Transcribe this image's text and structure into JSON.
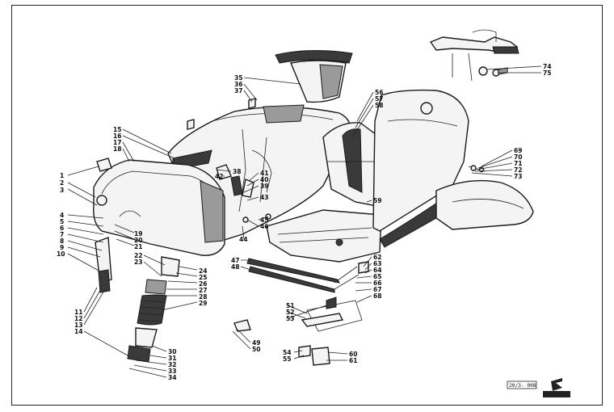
{
  "drawing_code": "20/3- 008",
  "labels": {
    "l1": "1",
    "l2": "2",
    "l3": "3",
    "l4": "4",
    "l5": "5",
    "l6": "6",
    "l7": "7",
    "l8": "8",
    "l9": "9",
    "l10": "10",
    "l11": "11",
    "l12": "12",
    "l13": "13",
    "l14": "14",
    "l15": "15",
    "l16": "16",
    "l17": "17",
    "l18": "18",
    "l19": "19",
    "l20": "20",
    "l21": "21",
    "l22": "22",
    "l23": "23",
    "l24": "24",
    "l25": "25",
    "l26": "26",
    "l27": "27",
    "l28": "28",
    "l29": "29",
    "l30": "30",
    "l31": "31",
    "l32": "32",
    "l33": "33",
    "l34": "34",
    "l35": "35",
    "l36": "36",
    "l37": "37",
    "l38": "38",
    "l39": "39",
    "l40": "40",
    "l41": "41",
    "l42": "42",
    "l43": "43",
    "l44": "44",
    "l45": "45",
    "l46": "46",
    "l47": "47",
    "l48": "48",
    "l49": "49",
    "l50": "50",
    "l51": "51",
    "l52": "52",
    "l53": "53",
    "l54": "54",
    "l55": "55",
    "l56": "56",
    "l57": "57",
    "l58": "58",
    "l59": "59",
    "l60": "60",
    "l61": "61",
    "l62": "62",
    "l63": "63",
    "l64": "64",
    "l65": "65",
    "l66": "66",
    "l67": "67",
    "l68": "68",
    "l69": "69",
    "l70": "70",
    "l71": "71",
    "l72": "72",
    "l73": "73",
    "l74": "74",
    "l75": "75"
  }
}
